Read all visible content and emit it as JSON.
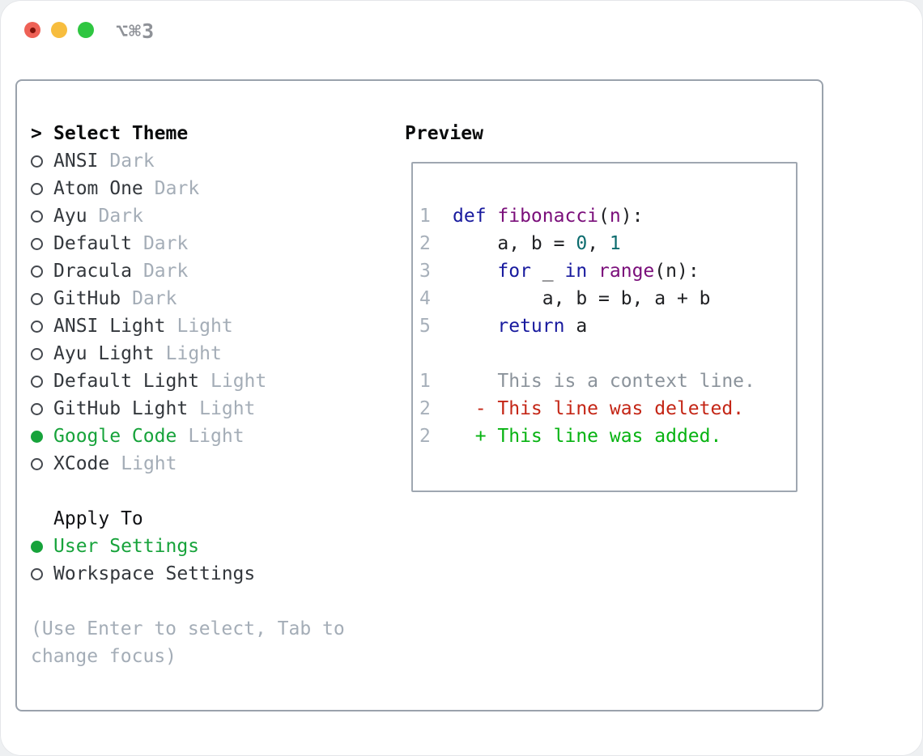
{
  "window": {
    "title": "⌥⌘3",
    "traffic_lights": {
      "red": "#ee6156",
      "red_dot": "#7e120a",
      "yellow": "#f7bd3e",
      "green": "#2fc641"
    }
  },
  "theme_panel": {
    "prompt": ">",
    "header": "Select Theme",
    "items": [
      {
        "name": "ANSI",
        "variant": "Dark",
        "selected": false
      },
      {
        "name": "Atom One",
        "variant": "Dark",
        "selected": false
      },
      {
        "name": "Ayu",
        "variant": "Dark",
        "selected": false
      },
      {
        "name": "Default",
        "variant": "Dark",
        "selected": false
      },
      {
        "name": "Dracula",
        "variant": "Dark",
        "selected": false
      },
      {
        "name": "GitHub",
        "variant": "Dark",
        "selected": false
      },
      {
        "name": "ANSI Light",
        "variant": "Light",
        "selected": false
      },
      {
        "name": "Ayu Light",
        "variant": "Light",
        "selected": false
      },
      {
        "name": "Default Light",
        "variant": "Light",
        "selected": false
      },
      {
        "name": "GitHub Light",
        "variant": "Light",
        "selected": false
      },
      {
        "name": "Google Code",
        "variant": "Light",
        "selected": true
      },
      {
        "name": "XCode",
        "variant": "Light",
        "selected": false
      }
    ],
    "apply_to": {
      "header": "Apply To",
      "options": [
        {
          "label": "User Settings",
          "selected": true
        },
        {
          "label": "Workspace Settings",
          "selected": false
        }
      ]
    },
    "help_lines": [
      "(Use Enter to select, Tab to",
      "change focus)"
    ]
  },
  "preview": {
    "header": "Preview",
    "lines": [
      {
        "no": "1",
        "tokens": [
          {
            "text": "def ",
            "color": "keyword"
          },
          {
            "text": "fibonacci",
            "color": "function"
          },
          {
            "text": "(",
            "color": "plain"
          },
          {
            "text": "n",
            "color": "function"
          },
          {
            "text": "):",
            "color": "plain"
          }
        ]
      },
      {
        "no": "2",
        "tokens": [
          {
            "text": "    a, b = ",
            "color": "plain"
          },
          {
            "text": "0",
            "color": "literal"
          },
          {
            "text": ", ",
            "color": "plain"
          },
          {
            "text": "1",
            "color": "literal"
          }
        ]
      },
      {
        "no": "3",
        "tokens": [
          {
            "text": "    ",
            "color": "plain"
          },
          {
            "text": "for",
            "color": "keyword"
          },
          {
            "text": " _ ",
            "color": "plain"
          },
          {
            "text": "in",
            "color": "keyword"
          },
          {
            "text": " ",
            "color": "plain"
          },
          {
            "text": "range",
            "color": "function"
          },
          {
            "text": "(n):",
            "color": "plain"
          }
        ]
      },
      {
        "no": "4",
        "tokens": [
          {
            "text": "        a, b = b, a + b",
            "color": "plain"
          }
        ]
      },
      {
        "no": "5",
        "tokens": [
          {
            "text": "    ",
            "color": "plain"
          },
          {
            "text": "return",
            "color": "keyword"
          },
          {
            "text": " a",
            "color": "plain"
          }
        ]
      },
      {
        "no": "",
        "tokens": []
      },
      {
        "no": "1",
        "tokens": [
          {
            "text": "    This is a context line.",
            "color": "context"
          }
        ]
      },
      {
        "no": "2",
        "tokens": [
          {
            "text": "  - This line was deleted.",
            "color": "deleted"
          }
        ]
      },
      {
        "no": "2",
        "tokens": [
          {
            "text": "  + This line was added.",
            "color": "added"
          }
        ]
      }
    ]
  },
  "colors": {
    "keyword": "#181a9e",
    "function": "#7a0e7a",
    "literal": "#0c6c6e",
    "plain": "#202124",
    "lineno": "#a7b0ba",
    "context": "#8b939b",
    "deleted": "#c42616",
    "added": "#07b312",
    "ui_selected_green": "#17a33b",
    "muted_gray": "#a4adb7",
    "item_text": "#33373c",
    "border_gray": "#9aa2ac",
    "title_gray": "#8f9298"
  }
}
